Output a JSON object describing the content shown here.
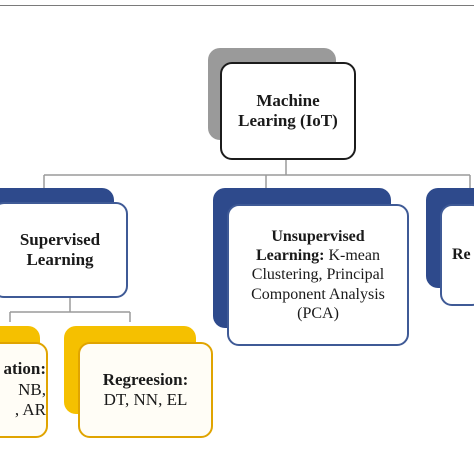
{
  "colors": {
    "root_shadow": "#9a9a9a",
    "blue_shadow": "#2e4a8c",
    "yellow_shadow": "#f5c000",
    "connector": "#9a9a9a"
  },
  "root": {
    "line1": "Machine",
    "line2": "Learing (IoT)"
  },
  "supervised": {
    "line1": "Supervised",
    "line2": "Learning"
  },
  "unsupervised": {
    "bold_part": "Unsupervised",
    "line2_bold": "Learning:",
    "line2_rest": " K-mean",
    "line3": "Clustering, Principal",
    "line4": "Component Analysis",
    "line5": "(PCA)"
  },
  "reinforcement": {
    "partial": "Re"
  },
  "classification": {
    "line1": "ation:",
    "line2": "NB,",
    "line3": ", AR"
  },
  "regression": {
    "title": "Regreesion:",
    "items": "DT, NN, EL"
  }
}
